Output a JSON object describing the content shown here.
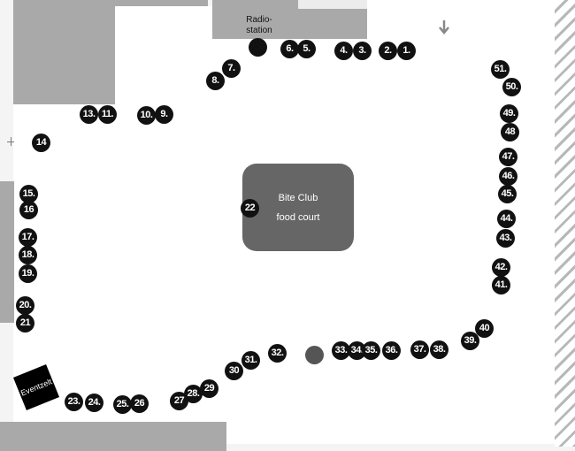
{
  "map": {
    "food_court": {
      "line1": "Bite Club",
      "line2": "food court",
      "color": "#666666"
    },
    "radio_station": {
      "line1": "Radio-",
      "line2": "station"
    },
    "event_tent": {
      "label": "Eventzelt"
    },
    "north_arrow": "arrow-down-icon",
    "colors": {
      "stall": "#111111",
      "building": "#a9a9a9",
      "ground": "#f4f4f4",
      "marker_grey": "#555555"
    },
    "stalls": [
      "1.",
      "2.",
      "3.",
      "4.",
      "5.",
      "6.",
      "7.",
      "8.",
      "9.",
      "10.",
      "11.",
      "13.",
      "14",
      "15.",
      "16",
      "17.",
      "18.",
      "19.",
      "20.",
      "21",
      "22",
      "23.",
      "24.",
      "25.",
      "26",
      "27",
      "28.",
      "29",
      "30",
      "31.",
      "32.",
      "33.",
      "34.",
      "35.",
      "36.",
      "37.",
      "38.",
      "39.",
      "40",
      "41.",
      "42.",
      "43.",
      "44.",
      "45.",
      "46.",
      "47.",
      "48",
      "49.",
      "50.",
      "51."
    ]
  }
}
